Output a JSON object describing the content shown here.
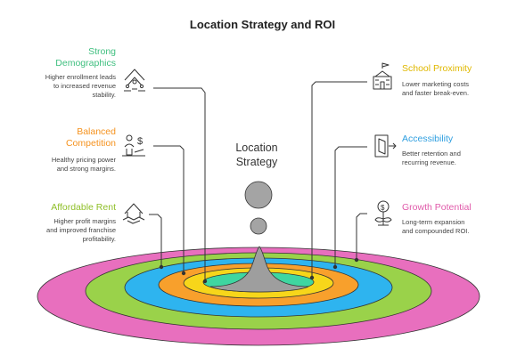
{
  "title": "Location Strategy and ROI",
  "center": {
    "line1": "Location",
    "line2": "Strategy"
  },
  "colors": {
    "pink": "#e86fbe",
    "green": "#9ad24a",
    "blue": "#2eb4ef",
    "orange": "#f8a02c",
    "yellow": "#f7d61a",
    "teal": "#3fd6a0",
    "peak": "#9e9e9e",
    "sphere": "#a4a4a4",
    "line": "#333333",
    "green_text": "#3fbf7f",
    "orange_text": "#f5921e",
    "lime_text": "#8fbf28",
    "yellow_text": "#e0b800",
    "blue_text": "#2f9fe0",
    "pink_text": "#e05aaa"
  },
  "factors": {
    "strong_demographics": {
      "title_line1": "Strong",
      "title_line2": "Demographics",
      "desc_line1": "Higher enrollment leads",
      "desc_line2": "to increased revenue",
      "desc_line3": "stability.",
      "icon": "community-icon"
    },
    "balanced_competition": {
      "title_line1": "Balanced",
      "title_line2": "Competition",
      "desc_line1": "Healthy pricing power",
      "desc_line2": "and strong margins.",
      "icon": "scales-icon"
    },
    "affordable_rent": {
      "title_line1": "Affordable Rent",
      "desc_line1": "Higher profit margins",
      "desc_line2": "and improved franchise",
      "desc_line3": "profitability.",
      "icon": "house-handshake-icon"
    },
    "school_proximity": {
      "title_line1": "School Proximity",
      "desc_line1": "Lower marketing costs",
      "desc_line2": "and faster break-even.",
      "icon": "school-icon"
    },
    "accessibility": {
      "title_line1": "Accessibility",
      "desc_line1": "Better retention and",
      "desc_line2": "recurring revenue.",
      "icon": "door-entry-icon"
    },
    "growth_potential": {
      "title_line1": "Growth Potential",
      "desc_line1": "Long-term expansion",
      "desc_line2": "and compounded ROI.",
      "icon": "money-plant-icon"
    }
  }
}
